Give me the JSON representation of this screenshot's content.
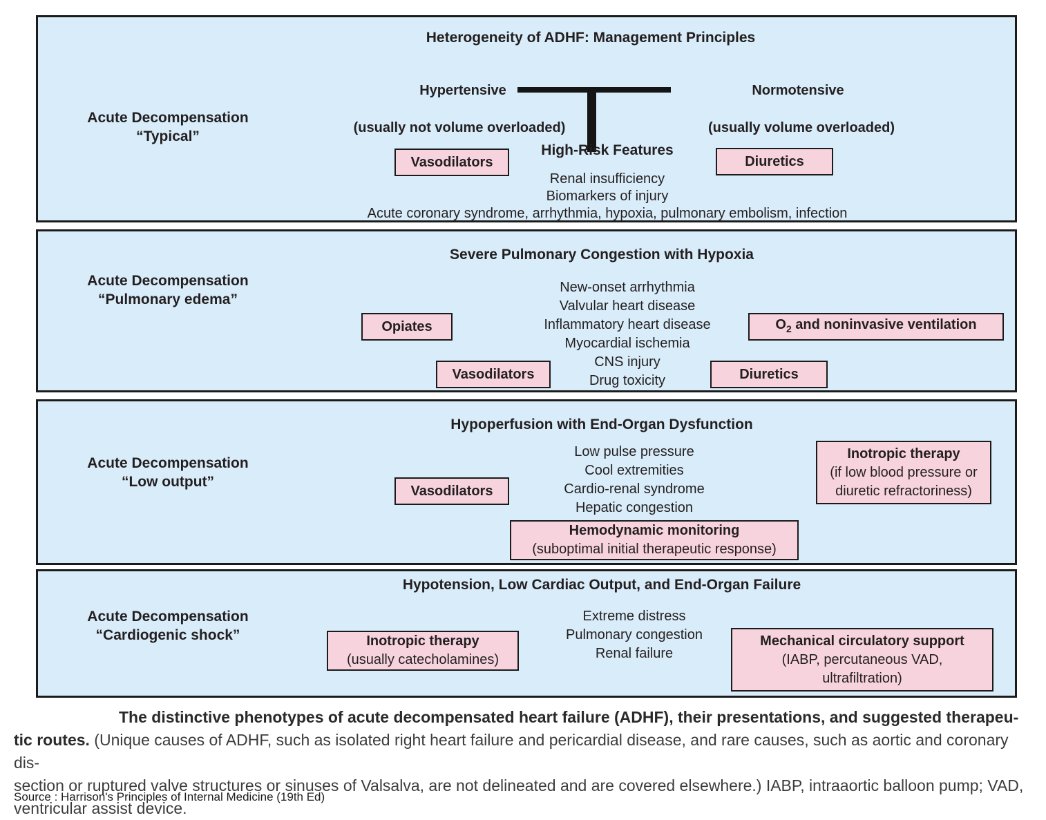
{
  "colors": {
    "panel_background": "#d9ecf9",
    "therapy_box_background": "#f7d3de",
    "border": "#1b1b1b",
    "text": "#231f20"
  },
  "panels": {
    "typical": {
      "title": "Heterogeneity of ADHF: Management Principles",
      "label_line1": "Acute Decompensation",
      "label_line2": "“Typical”",
      "branch_left": "Hypertensive",
      "branch_left_sub": "(usually not volume overloaded)",
      "branch_right": "Normotensive",
      "branch_right_sub": "(usually volume overloaded)",
      "box_vasodilators": "Vasodilators",
      "box_diuretics": "Diuretics",
      "high_risk_heading": "High-Risk Features",
      "high_risk_items": [
        "Renal insufficiency",
        "Biomarkers of injury",
        "Acute coronary syndrome, arrhythmia, hypoxia, pulmonary embolism, infection"
      ]
    },
    "pulmonary_edema": {
      "title": "Severe Pulmonary Congestion with Hypoxia",
      "label_line1": "Acute Decompensation",
      "label_line2": "“Pulmonary edema”",
      "findings": [
        "New-onset arrhythmia",
        "Valvular heart disease",
        "Inflammatory heart disease",
        "Myocardial ischemia",
        "CNS injury",
        "Drug toxicity"
      ],
      "box_opiates": "Opiates",
      "box_o2_prefix": "O",
      "box_o2_subscript": "2",
      "box_o2_rest": " and noninvasive ventilation",
      "box_vasodilators": "Vasodilators",
      "box_diuretics": "Diuretics"
    },
    "low_output": {
      "title": "Hypoperfusion with End-Organ Dysfunction",
      "label_line1": "Acute Decompensation",
      "label_line2": "“Low output”",
      "findings": [
        "Low pulse pressure",
        "Cool extremities",
        "Cardio-renal syndrome",
        "Hepatic congestion"
      ],
      "box_vasodilators": "Vasodilators",
      "box_inotropic_title": "Inotropic therapy",
      "box_inotropic_sub1": "(if low blood pressure or",
      "box_inotropic_sub2": "diuretic refractoriness)",
      "box_hemodynamic_title": "Hemodynamic monitoring",
      "box_hemodynamic_sub": "(suboptimal initial therapeutic response)"
    },
    "cardiogenic_shock": {
      "title": "Hypotension, Low Cardiac Output, and End-Organ Failure",
      "label_line1": "Acute Decompensation",
      "label_line2": "“Cardiogenic shock”",
      "findings": [
        "Extreme distress",
        "Pulmonary congestion",
        "Renal failure"
      ],
      "box_inotropic_title": "Inotropic therapy",
      "box_inotropic_sub": "(usually catecholamines)",
      "box_mcs_title": "Mechanical circulatory support",
      "box_mcs_sub1": "(IABP, percutaneous VAD,",
      "box_mcs_sub2": "ultrafiltration)"
    }
  },
  "caption": {
    "line1_bold": "The distinctive phenotypes of acute decompensated heart failure (ADHF), their presentations, and suggested therapeu-",
    "line2_bold": "tic routes.",
    "line2_regular": " (Unique causes of ADHF, such as isolated right heart failure and pericardial disease, and rare causes, such as aortic and coronary dis-",
    "line3": "section or ruptured valve structures or sinuses of Valsalva, are not delineated and are covered elsewhere.) IABP, intraaortic balloon pump; VAD,",
    "line4": "ventricular assist device.",
    "source": "Source : Harrison's Principles of Internal Medicine (19th Ed)"
  }
}
